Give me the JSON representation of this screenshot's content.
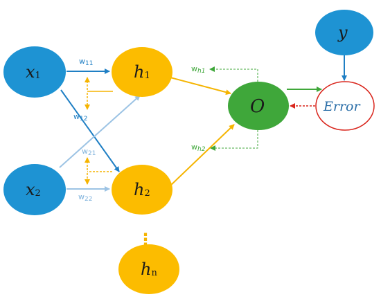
{
  "nodes": {
    "x1": {
      "base": "x",
      "sub": "1"
    },
    "x2": {
      "base": "x",
      "sub": "2"
    },
    "h1": {
      "base": "h",
      "sub": "1"
    },
    "h2": {
      "base": "h",
      "sub": "2"
    },
    "hn": {
      "base": "h",
      "sub": "n"
    },
    "o": {
      "label": "O"
    },
    "y": {
      "label": "y"
    },
    "error": {
      "label": "Error"
    }
  },
  "weights": {
    "w11": {
      "base": "w",
      "sub": "11"
    },
    "w12": {
      "base": "w",
      "sub": "12"
    },
    "w21": {
      "base": "w",
      "sub": "21"
    },
    "w22": {
      "base": "w",
      "sub": "22"
    },
    "wh1": {
      "base": "w",
      "sub": "h1"
    },
    "wh2": {
      "base": "w",
      "sub": "h2"
    }
  },
  "ellipsis": "⋮",
  "colors": {
    "input_node": "#1e93d3",
    "hidden_node": "#fcbc00",
    "output_node": "#3fa73a",
    "target_node": "#1e93d3",
    "error_border": "#d9251c",
    "arrow_blue": "#1f7fc4",
    "arrow_lightblue": "#9cc3e4",
    "arrow_orange": "#f5b400",
    "arrow_green": "#3fa73a",
    "arrow_red": "#d9251c"
  }
}
